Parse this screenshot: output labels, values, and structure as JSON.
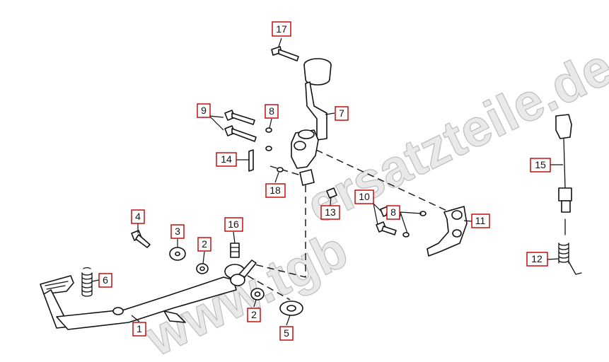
{
  "watermark": "ersatzteile.de",
  "watermark_left": "www.tgb",
  "colors": {
    "callout_border": "#c00000",
    "line": "#111111",
    "watermark": "#bdbdbd"
  },
  "callouts": [
    {
      "id": "c1",
      "label": "1"
    },
    {
      "id": "c2a",
      "label": "2"
    },
    {
      "id": "c2b",
      "label": "2"
    },
    {
      "id": "c3",
      "label": "3"
    },
    {
      "id": "c4",
      "label": "4"
    },
    {
      "id": "c5",
      "label": "5"
    },
    {
      "id": "c6",
      "label": "6"
    },
    {
      "id": "c7",
      "label": "7"
    },
    {
      "id": "c8a",
      "label": "8"
    },
    {
      "id": "c8b",
      "label": "8"
    },
    {
      "id": "c9",
      "label": "9"
    },
    {
      "id": "c10",
      "label": "10"
    },
    {
      "id": "c11",
      "label": "11"
    },
    {
      "id": "c12",
      "label": "12"
    },
    {
      "id": "c13",
      "label": "13"
    },
    {
      "id": "c14",
      "label": "14"
    },
    {
      "id": "c15",
      "label": "15"
    },
    {
      "id": "c16",
      "label": "16"
    },
    {
      "id": "c17",
      "label": "17"
    },
    {
      "id": "c18",
      "label": "18"
    }
  ]
}
